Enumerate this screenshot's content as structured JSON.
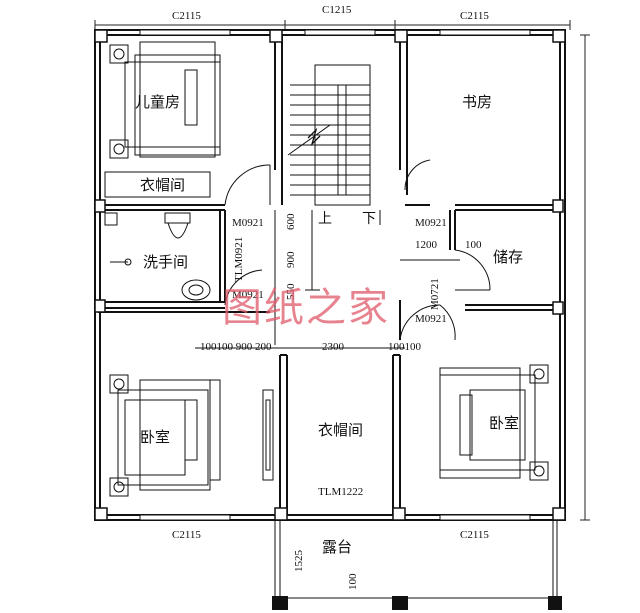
{
  "windows": {
    "top_left": "C2115",
    "top_center": "C1215",
    "top_right": "C2115",
    "bottom_left": "C2115",
    "bottom_right": "C2115"
  },
  "rooms": {
    "children_room": "儿童房",
    "study": "书房",
    "wardrobe_top": "衣帽间",
    "washroom": "洗手间",
    "storage": "储存",
    "bedroom_left": "卧室",
    "wardrobe_center": "衣帽间",
    "bedroom_right": "卧室",
    "terrace": "露台"
  },
  "stairs": {
    "up": "上",
    "down": "下"
  },
  "doors": {
    "m0921_a": "M0921",
    "m0921_b": "M0921",
    "m0921_c": "M0921",
    "m0921_d": "M0921",
    "m0721": "M0721",
    "tlm0921": "TLM0921",
    "tlm1222": "TLM1222"
  },
  "dimensions": {
    "d600": "600",
    "d900": "900",
    "d1200": "1200",
    "d100": "100",
    "d550": "550",
    "row_left": "100100 900 200",
    "d2300": "2300",
    "d100100": "100100",
    "d1525": "1525",
    "d100b": "100"
  },
  "watermark": "图纸之家"
}
